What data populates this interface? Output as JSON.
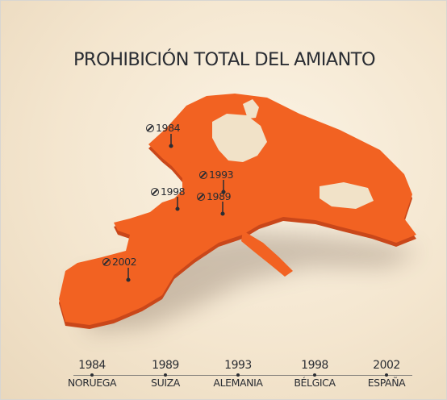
{
  "title": "PROHIBICIÓN TOTAL DEL AMIANTO",
  "colors": {
    "land": "#f26222",
    "land_edge": "#c9471a",
    "text": "#2a2d33"
  },
  "pins": [
    {
      "label": "1984",
      "icon": "ban-icon"
    },
    {
      "label": "1993",
      "icon": "ban-icon"
    },
    {
      "label": "1998",
      "icon": "ban-icon"
    },
    {
      "label": "1989",
      "icon": "ban-icon"
    },
    {
      "label": "2002",
      "icon": "ban-icon"
    }
  ],
  "timeline": [
    {
      "year": "1984",
      "country": "NORUEGA"
    },
    {
      "year": "1989",
      "country": "SUIZA"
    },
    {
      "year": "1993",
      "country": "ALEMANIA"
    },
    {
      "year": "1998",
      "country": "BÉLGICA"
    },
    {
      "year": "2002",
      "country": "ESPAÑA"
    }
  ]
}
